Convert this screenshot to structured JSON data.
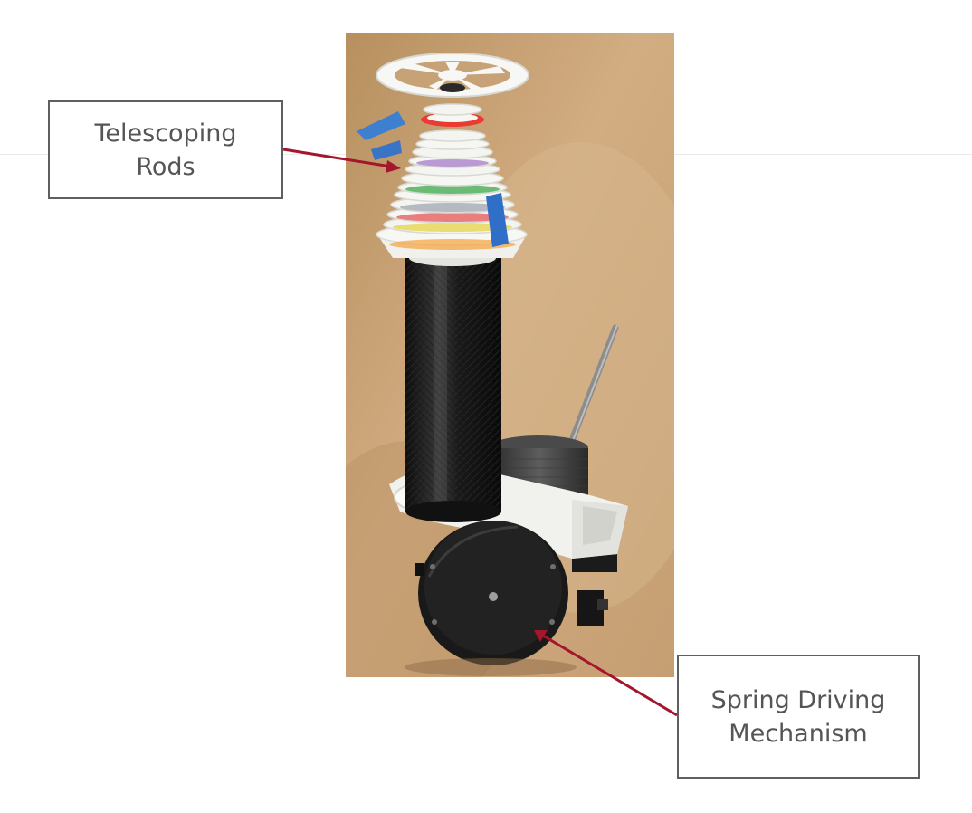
{
  "labels": {
    "telescoping_rods": {
      "line1": "Telescoping",
      "line2": "Rods"
    },
    "spring_driving_mechanism": {
      "line1": "Spring Driving",
      "line2": "Mechanism"
    }
  },
  "colors": {
    "arrow": "#a3162b",
    "box_border": "#5f5f5f",
    "label_text": "#555555",
    "background_floor": "#c9a57b",
    "carbon_tube": "#1c1c1c",
    "white_parts": "#f4f4f2"
  }
}
